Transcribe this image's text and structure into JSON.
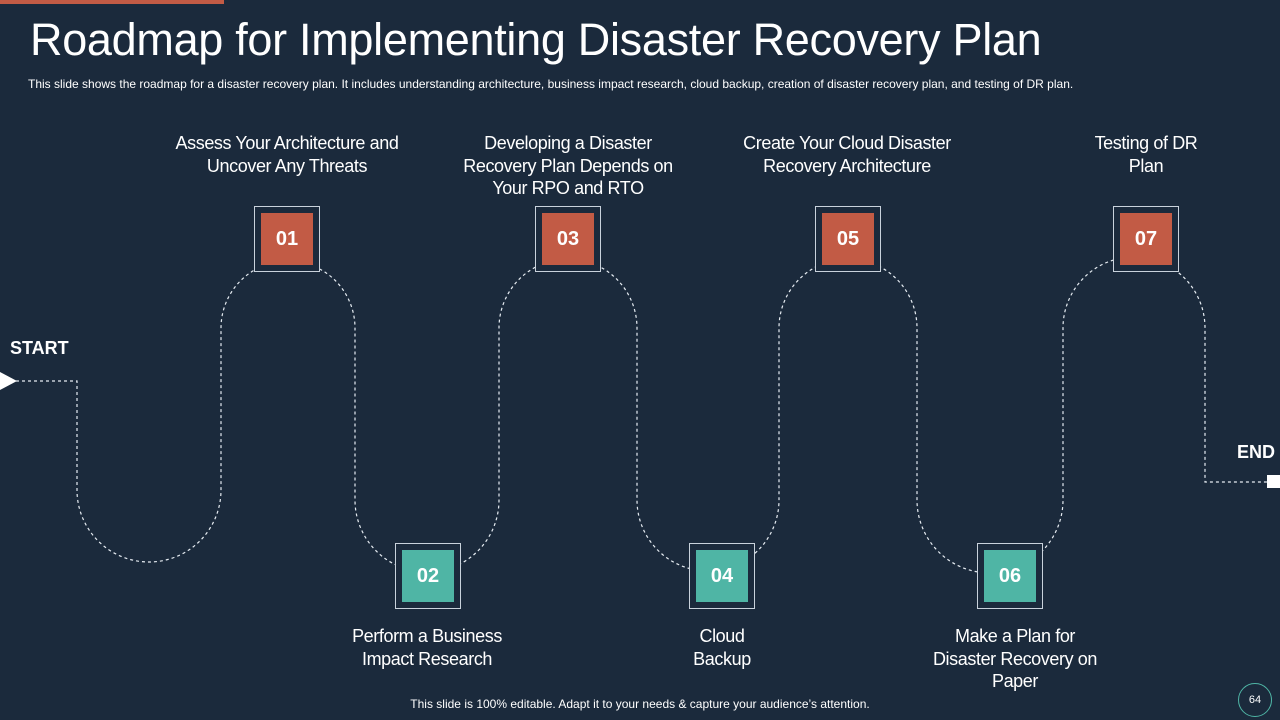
{
  "slide": {
    "title": "Roadmap for Implementing Disaster Recovery Plan",
    "subtitle": "This slide shows the roadmap for a disaster recovery  plan. It includes understanding architecture, business impact research, cloud backup, creation of disaster recovery  plan, and testing of DR plan.",
    "start_label": "START",
    "end_label": "END",
    "footer": "This slide is 100% editable. Adapt it to your needs & capture your audience’s attention.",
    "page_number": "64"
  },
  "colors": {
    "background": "#1b2a3c",
    "top_node": "#c25b45",
    "bottom_node": "#4fb5a5",
    "accent": "#c25b45"
  },
  "steps": [
    {
      "number": "01",
      "label": "Assess Your Architecture and Uncover Any Threats",
      "position": "top"
    },
    {
      "number": "02",
      "label": "Perform a Business Impact Research",
      "position": "bottom"
    },
    {
      "number": "03",
      "label": "Developing a Disaster Recovery Plan Depends on Your RPO and RTO",
      "position": "top"
    },
    {
      "number": "04",
      "label": "Cloud Backup",
      "position": "bottom"
    },
    {
      "number": "05",
      "label": "Create Your Cloud Disaster Recovery Architecture",
      "position": "top"
    },
    {
      "number": "06",
      "label": "Make a Plan for Disaster Recovery on Paper",
      "position": "bottom"
    },
    {
      "number": "07",
      "label": "Testing of DR Plan",
      "position": "top"
    }
  ]
}
